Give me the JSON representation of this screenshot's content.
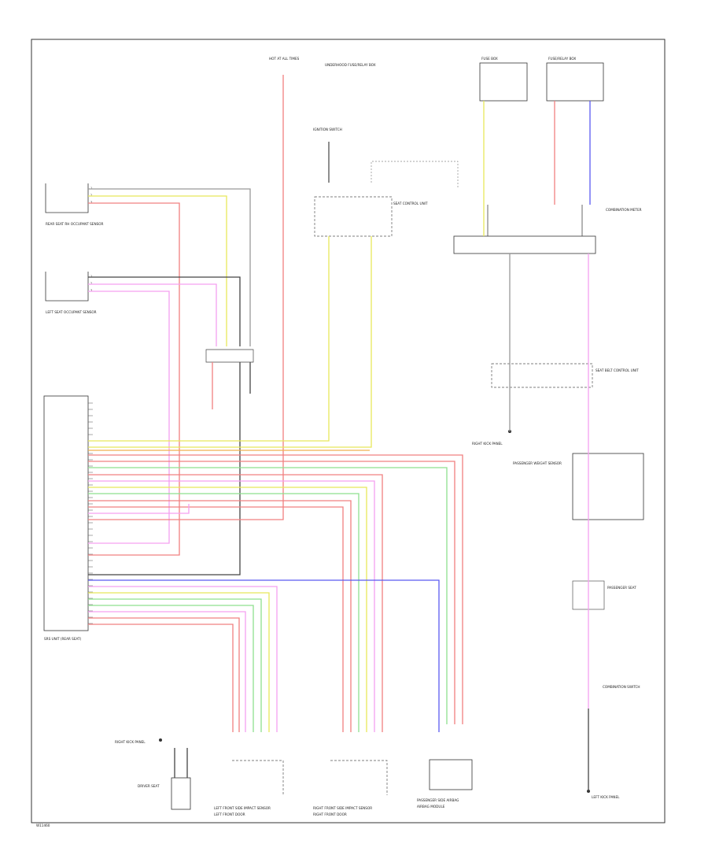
{
  "diagram": {
    "figure_id": "W11460",
    "components": [
      {
        "key": "hot_at_all_times",
        "label": "HOT AT ALL TIMES"
      },
      {
        "key": "fuse_box_top",
        "label": "UNDERHOOD FUSE/RELAY BOX"
      },
      {
        "key": "fuse_box_left",
        "label": "FUSE BOX"
      },
      {
        "key": "fuse_box_right",
        "label": "FUSE/RELAY BOX"
      },
      {
        "key": "ignition_switch_top",
        "label": "IGNITION SWITCH"
      },
      {
        "key": "seat_control_unit",
        "label": "SEAT CONTROL UNIT"
      },
      {
        "key": "rear_lh_sensor",
        "label": "REAR SEAT RH OCCUPANT SENSOR"
      },
      {
        "key": "rear_rh_sensor",
        "label": "LEFT SEAT OCCUPANT SENSOR"
      },
      {
        "key": "srs_unit",
        "label": "SRS UNIT (REAR SEAT)"
      },
      {
        "key": "lh_front_sensor",
        "label": "LEFT FRONT SIDE IMPACT SENSOR"
      },
      {
        "key": "rh_front_sensor",
        "label": "RIGHT FRONT SIDE IMPACT SENSOR"
      },
      {
        "key": "passenger_unit",
        "label": "PASSENGER SIDE AIRBAG"
      },
      {
        "key": "combination_meter",
        "label": "COMBINATION METER"
      },
      {
        "key": "seat_belt_control",
        "label": "SEAT BELT CONTROL UNIT"
      },
      {
        "key": "passenger_weight",
        "label": "PASSENGER WEIGHT SENSOR"
      },
      {
        "key": "passenger_seat",
        "label": "PASSENGER SEAT"
      },
      {
        "key": "combination_switch",
        "label": "COMBINATION SWITCH"
      },
      {
        "key": "ground_right",
        "label": "RIGHT KICK PANEL"
      },
      {
        "key": "ground_left",
        "label": "LEFT KICK PANEL"
      },
      {
        "key": "ground_bottom",
        "label": "RIGHT KICK PANEL"
      },
      {
        "key": "driver_seat",
        "label": "DRIVER SEAT"
      },
      {
        "key": "lh_front_door",
        "label": "LEFT FRONT DOOR"
      },
      {
        "key": "rh_front_door",
        "label": "RIGHT FRONT DOOR"
      },
      {
        "key": "airbag_module",
        "label": "AIRBAG MODULE"
      }
    ],
    "wire_colors": {
      "yel": "#e8e85a",
      "red": "#f08080",
      "pnk": "#f5a0f0",
      "grn": "#8ee08e",
      "blu": "#5a5af0",
      "orn": "#f0b050",
      "blk": "#444444",
      "gry": "#999999",
      "brn": "#c09060"
    }
  }
}
